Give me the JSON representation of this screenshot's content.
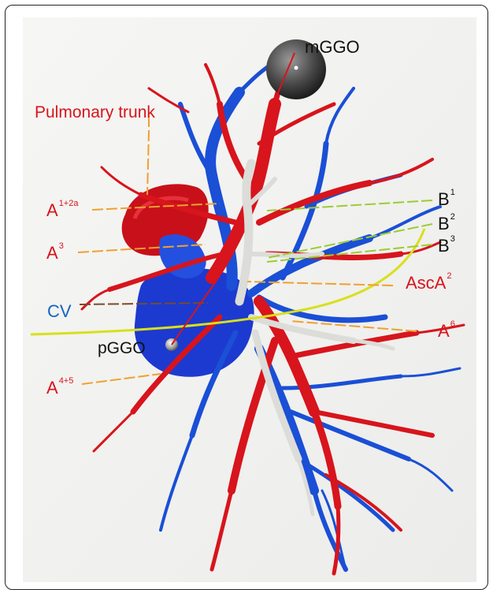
{
  "figure": {
    "labels": {
      "mggo": "mGGO",
      "pulmonary_trunk": "Pulmonary trunk",
      "a12a_base": "A",
      "a12a_sup": "1+2a",
      "a3_base": "A",
      "a3_sup": "3",
      "cv": "CV",
      "pggo": "pGGO",
      "a45_base": "A",
      "a45_sup": "4+5",
      "b1_base": "B",
      "b1_sup": "1",
      "b2_base": "B",
      "b2_sup": "2",
      "b3_base": "B",
      "b3_sup": "3",
      "asca2_base": "AscA",
      "asca2_sup": "2",
      "a6_base": "A",
      "a6_sup": "6"
    },
    "colors": {
      "artery": "#d8141c",
      "vein": "#1a4fd6",
      "bronchus": "#e2e2de",
      "background": "#f4f4f2",
      "separator_line": "#d8e01a",
      "leader_orange": "#f0a030",
      "leader_green": "#9acd32",
      "leader_brown": "#7a4a2a"
    }
  }
}
